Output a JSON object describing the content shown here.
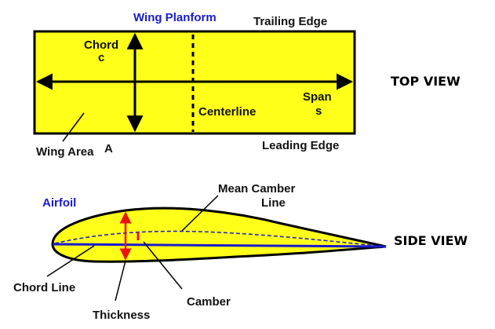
{
  "top_view": {
    "title": "Wing  Planform",
    "trailing_edge": "Trailing  Edge",
    "leading_edge": "Leading  Edge",
    "chord_label": "Chord",
    "chord_symbol": "c",
    "span_label": "Span",
    "span_symbol": "s",
    "centerline": "Centerline",
    "wing_area_label": "Wing Area",
    "wing_area_symbol": "A",
    "view_label": "TOP VIEW"
  },
  "side_view": {
    "airfoil_label": "Airfoil",
    "mean_camber_line_1": "Mean  Camber",
    "mean_camber_line_2": "Line",
    "chord_line": "Chord  Line",
    "thickness": "Thickness",
    "camber": "Camber",
    "view_label": "SIDE VIEW"
  },
  "colors": {
    "fill_yellow": "#ffff1a",
    "chord_line_blue": "#1a1acc",
    "label_blue": "#1a1acc",
    "thickness_red": "#ee1111",
    "outline_black": "#000000"
  }
}
